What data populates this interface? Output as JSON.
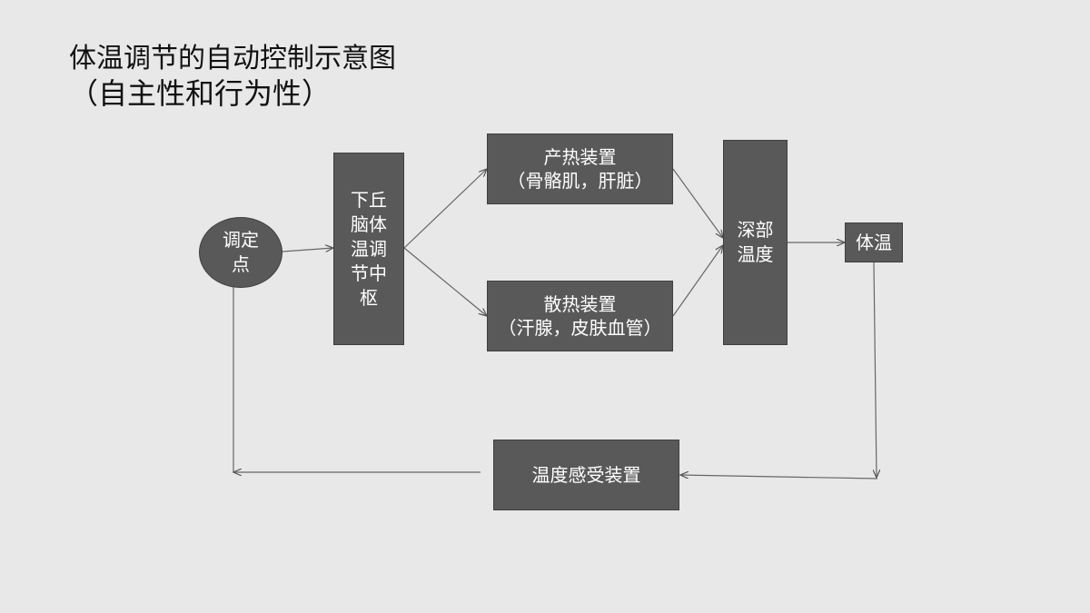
{
  "title": {
    "line1": "体温调节的自动控制示意图",
    "line2": "（自主性和行为性）"
  },
  "nodes": {
    "setpoint": "调定点",
    "hypothalamus": "下丘脑体温调节中枢",
    "heat_production": {
      "line1": "产热装置",
      "line2": "（骨骼肌，肝脏）"
    },
    "heat_dissipation": {
      "line1": "散热装置",
      "line2": "（汗腺，皮肤血管）"
    },
    "core_temp": "深部温度",
    "body_temp": "体温",
    "sensor": "温度感受装置"
  },
  "colors": {
    "background": "#e8e8e8",
    "box": "#595959",
    "box_text": "#ffffff",
    "arrow": "#555555"
  }
}
